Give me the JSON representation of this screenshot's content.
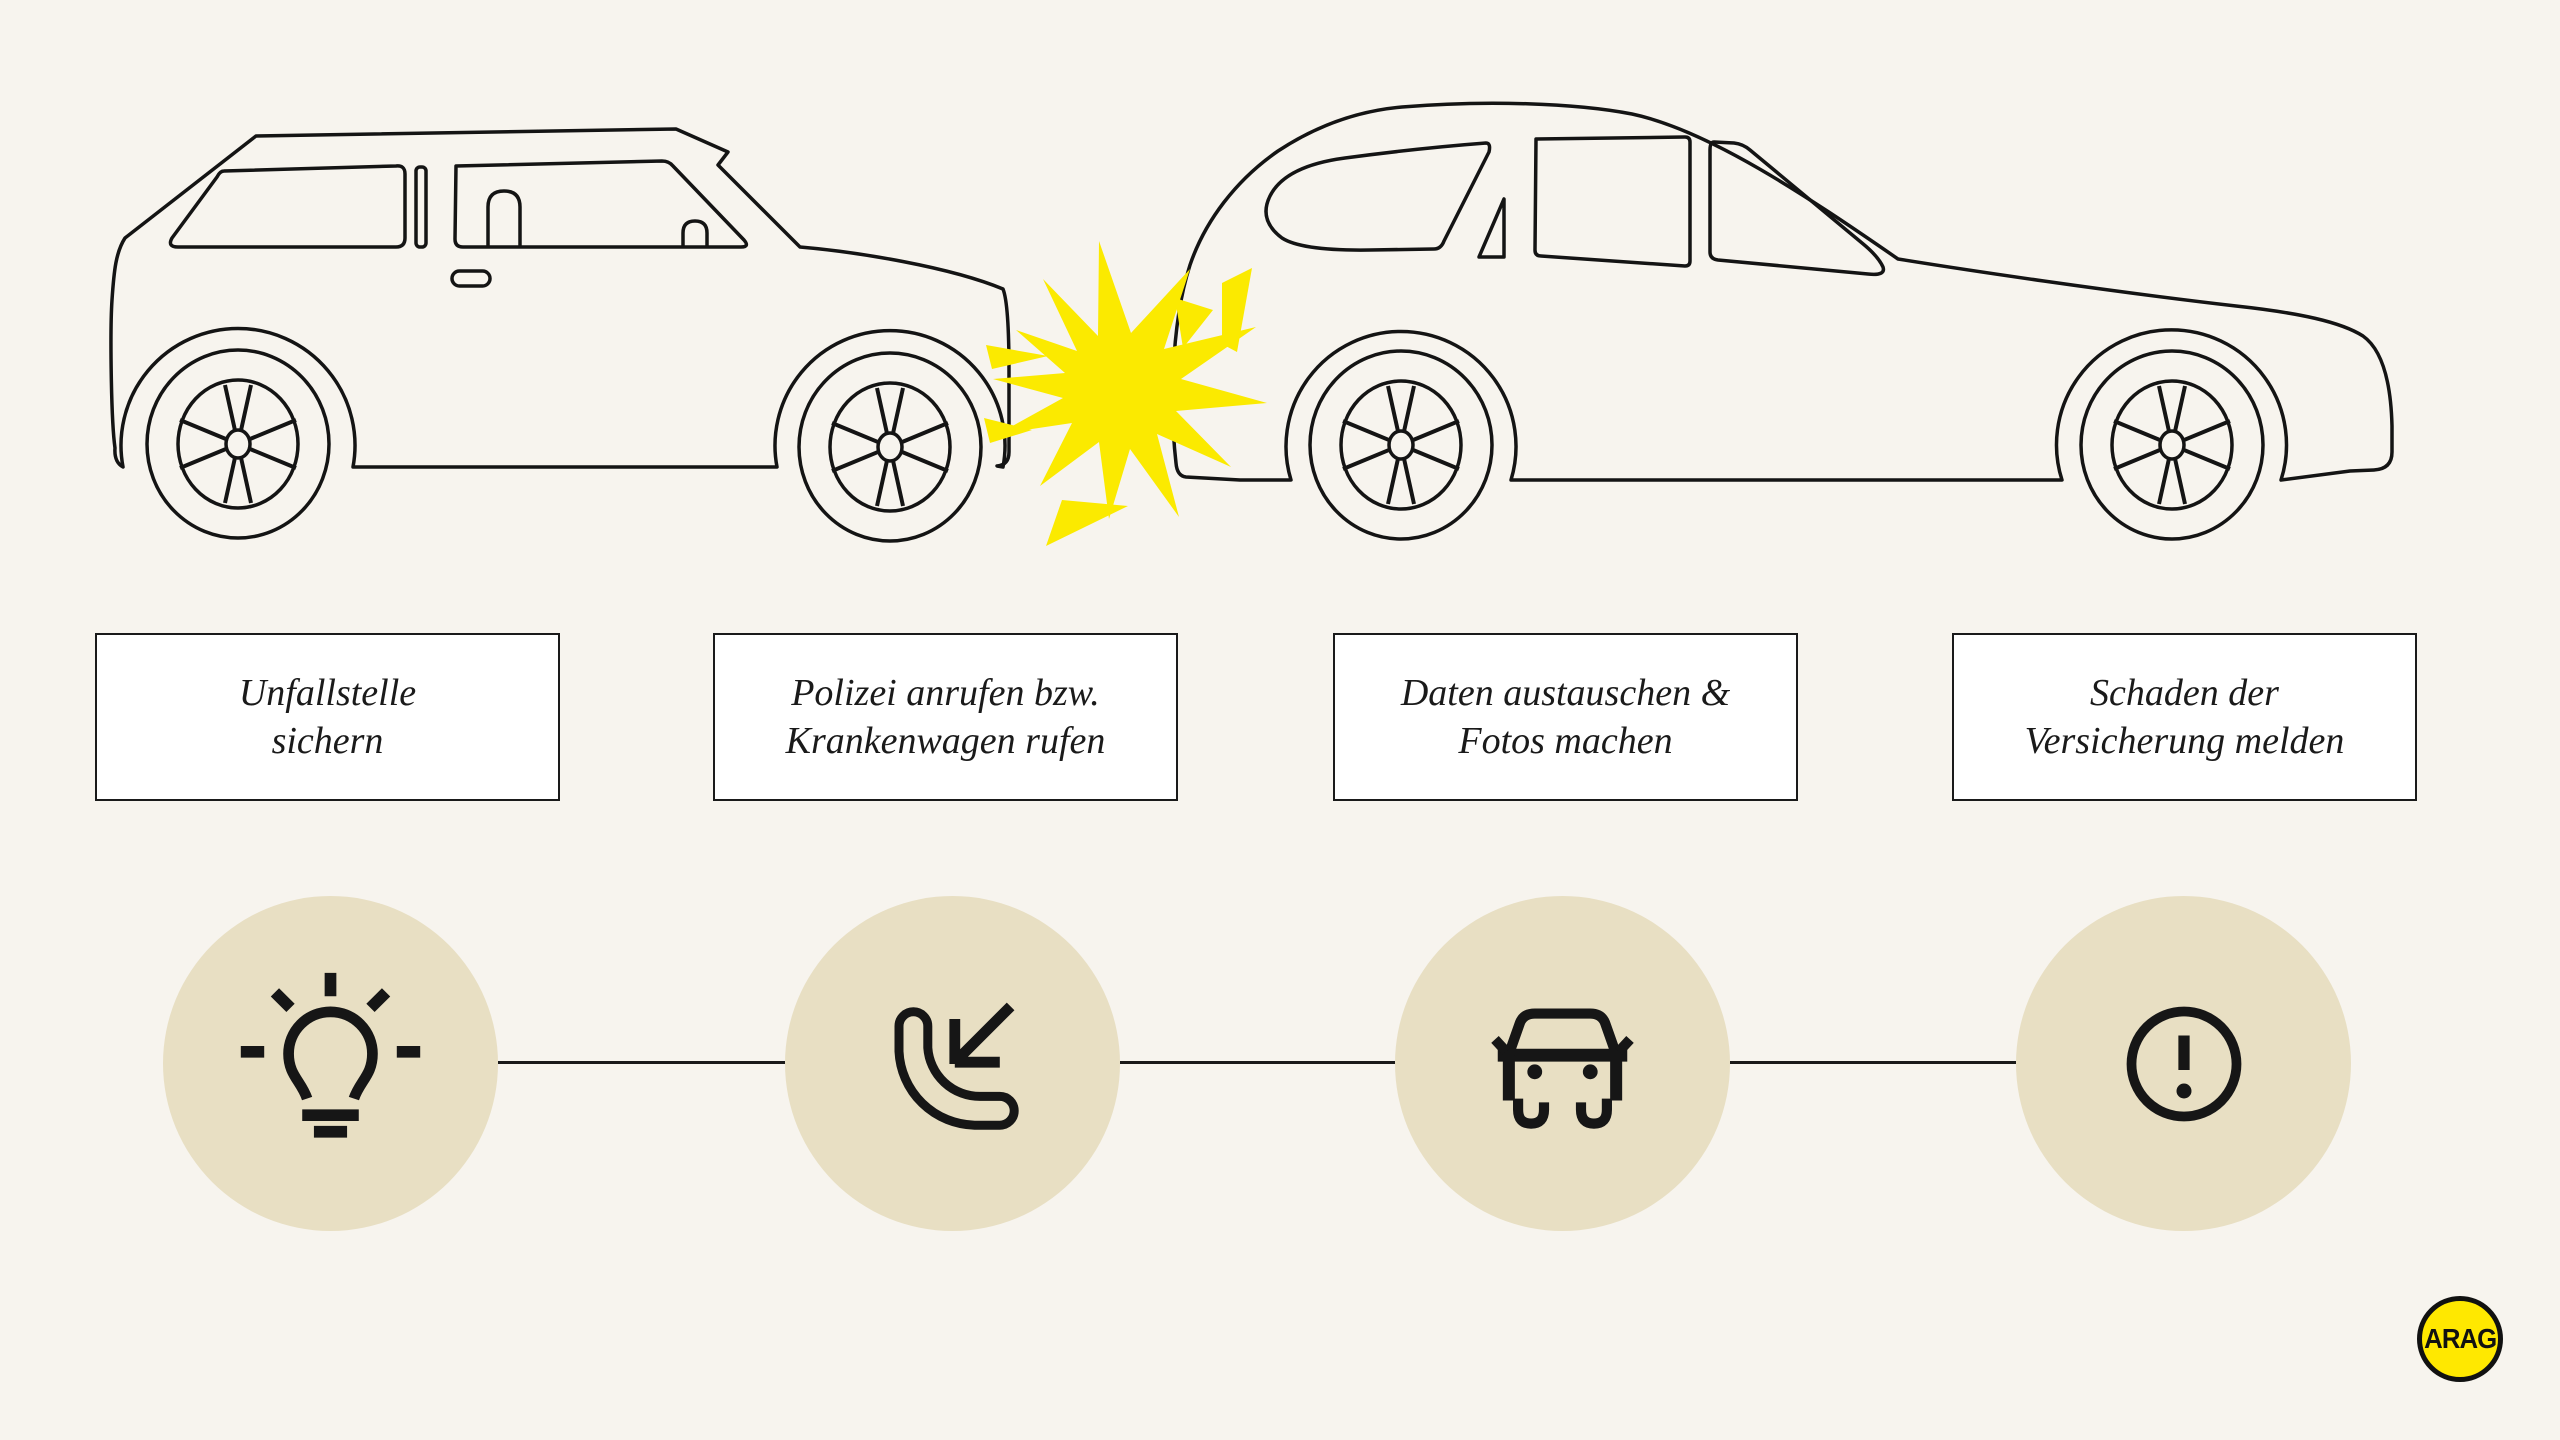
{
  "page": {
    "type": "infographic",
    "language": "de",
    "topic": "Verhalten bei einem Autounfall"
  },
  "colors": {
    "background": "#f7f4ee",
    "line": "#141414",
    "box_background": "#ffffff",
    "box_border": "#1a1a1a",
    "circle_background": "#e8dfc3",
    "crash_yellow": "#fbea00",
    "logo_yellow": "#ffe800",
    "icon_color": "#161616"
  },
  "illustration": {
    "description": "Line drawing of a rear-end collision: a hatchback hitting the rear of a minivan, with a yellow crash starburst at the impact point",
    "left_vehicle": "hatchback (side view, outline)",
    "right_vehicle": "minivan (side view, outline)",
    "crash_symbol": "yellow starburst"
  },
  "steps": [
    {
      "index": 1,
      "line1": "Unfallstelle",
      "line2": "sichern",
      "icon": "lightbulb-icon"
    },
    {
      "index": 2,
      "line1": "Polizei anrufen bzw.",
      "line2": "Krankenwagen rufen",
      "icon": "phone-incoming-icon"
    },
    {
      "index": 3,
      "line1": "Daten austauschen &",
      "line2": "Fotos machen",
      "icon": "car-front-icon"
    },
    {
      "index": 4,
      "line1": "Schaden der",
      "line2": "Versicherung melden",
      "icon": "exclamation-circle-icon"
    }
  ],
  "logo": {
    "text": "ARAG"
  }
}
